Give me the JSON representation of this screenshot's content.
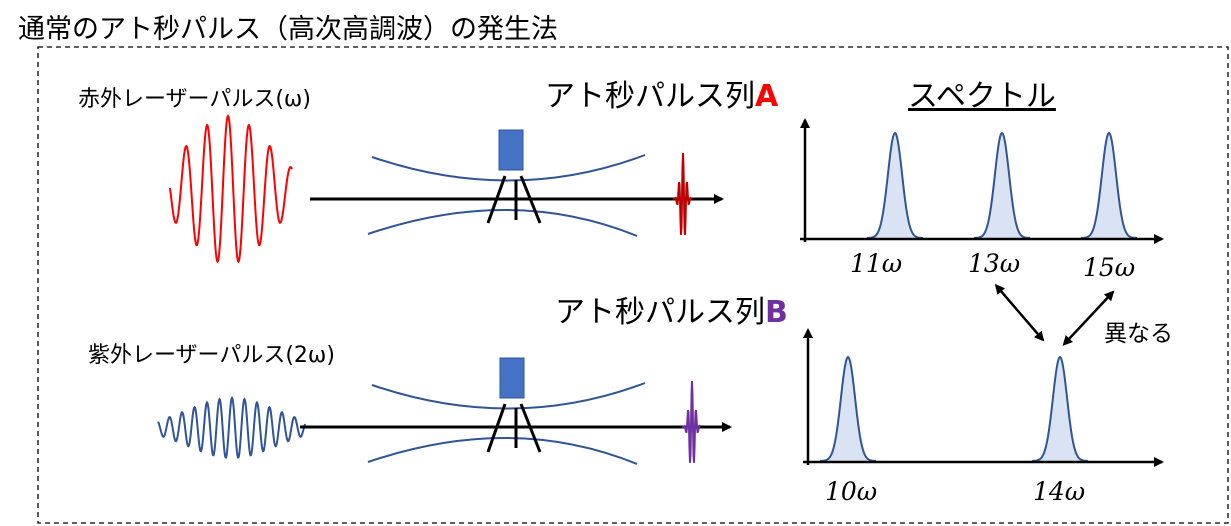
{
  "title": "通常のアト秒パルス（高次高調波）の発生法",
  "top": {
    "laser_label": "赤外レーザーパルス(ω)",
    "pulse_train_label": "アト秒パルス列",
    "pulse_train_letter": "A",
    "letter_color": "#ff0000",
    "wave_color": "#ff0000",
    "atto_color": "#c00000",
    "harmonics": [
      11,
      13,
      15
    ],
    "harmonic_labels": [
      "11ω",
      "13ω",
      "15ω"
    ]
  },
  "spectrum_heading": "スペクトル",
  "bottom": {
    "laser_label": "紫外レーザーパルス(2ω)",
    "pulse_train_label": "アト秒パルス列",
    "pulse_train_letter": "B",
    "letter_color": "#7030a0",
    "wave_color": "#2f5597",
    "atto_color": "#7030a0",
    "harmonics": [
      10,
      14
    ],
    "harmonic_labels": [
      "10ω",
      "14ω"
    ]
  },
  "difference_label": "異なる",
  "difference_color": "#ff0000"
}
